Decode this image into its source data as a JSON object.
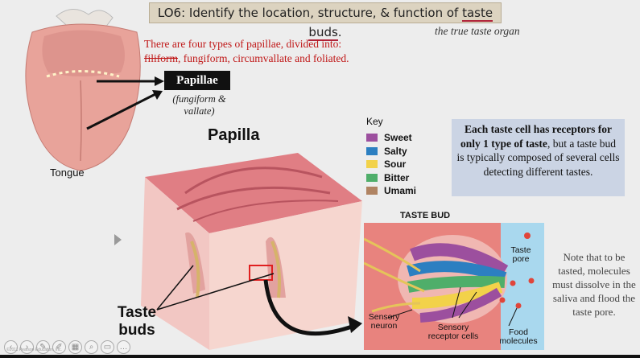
{
  "title": {
    "prefix": "LO6: Identify the location, structure, & function of ",
    "underlined": "taste buds",
    "suffix": "."
  },
  "subtitle": "the true taste organ",
  "papillae_note": {
    "line1": "There are four types of papillae, divided into:",
    "struck": "filiform",
    "line2_rest": ", fungiform, circumvallate and foliated."
  },
  "papillae_label": "Papillae",
  "papillae_sub": "(fungiform & vallate)",
  "tongue_label": "Tongue",
  "papilla_title": "Papilla",
  "key": {
    "title": "Key",
    "items": [
      {
        "label": "Sweet",
        "color": "#9c4f9e"
      },
      {
        "label": "Salty",
        "color": "#2c7fc1"
      },
      {
        "label": "Sour",
        "color": "#f2d24a"
      },
      {
        "label": "Bitter",
        "color": "#4fae6a"
      },
      {
        "label": "Umami",
        "color": "#b08463"
      }
    ]
  },
  "info_box": {
    "bold": "Each taste cell has receptors for only 1 type of taste",
    "rest": ", but a taste bud is typically composed of several cells detecting different tastes."
  },
  "taste_bud_title": "TASTE BUD",
  "taste_bud_labels": {
    "taste_pore": "Taste pore",
    "sensory_neuron": "Sensory neuron",
    "sensory_receptor_cells": "Sensory receptor cells",
    "food_molecules": "Food molecules"
  },
  "taste_buds_label": "Taste buds",
  "note_right": "Note that to be tasted, molecules must dissolve in the saliva and flood the taste pore.",
  "copyright": "©2011 Pearson Education, Inc.",
  "toolbar": [
    "back-icon",
    "forward-icon",
    "pen-icon",
    "highlighter-icon",
    "slides-icon",
    "zoom-icon",
    "video-icon",
    "more-icon"
  ],
  "colors": {
    "accent_red": "#c01818",
    "title_bg": "#dcd3c0",
    "info_bg": "#cbd4e4"
  }
}
